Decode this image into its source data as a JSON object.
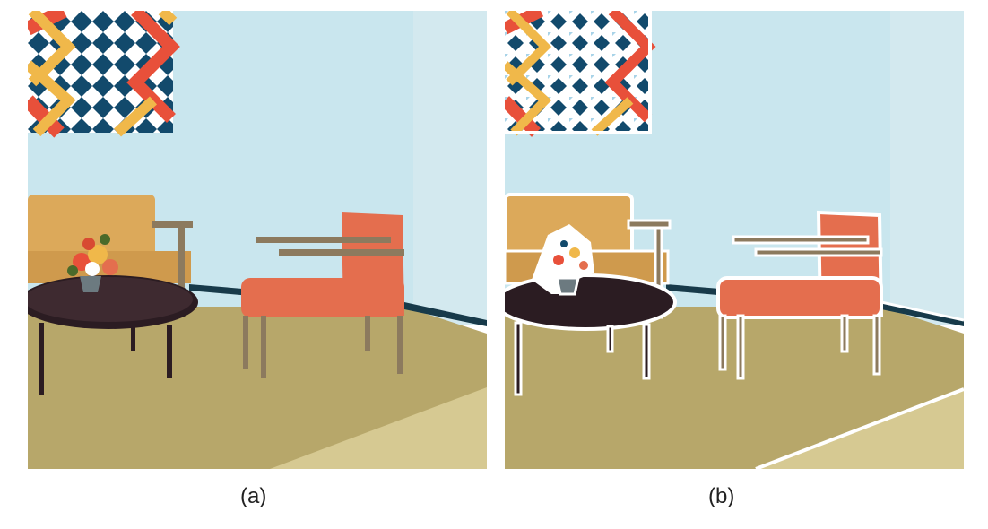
{
  "figure": {
    "panels": [
      {
        "caption": "(a)",
        "variant": "original"
      },
      {
        "caption": "(b)",
        "variant": "segmented"
      }
    ]
  },
  "colors": {
    "wall": "#c9e6ee",
    "wall_right": "#d3e9ef",
    "carpet": "#b7a76a",
    "carpet_light": "#d6c992",
    "baseboard": "#173a4a",
    "sofa": "#dca95a",
    "chair": "#e46e4e",
    "table": "#2b1c22",
    "wood": "#8c7a5e",
    "quilt_red": "#e8503a",
    "quilt_yellow": "#f0b84a",
    "quilt_blue": "#124a6c",
    "segment_edge": "#ffffff"
  }
}
